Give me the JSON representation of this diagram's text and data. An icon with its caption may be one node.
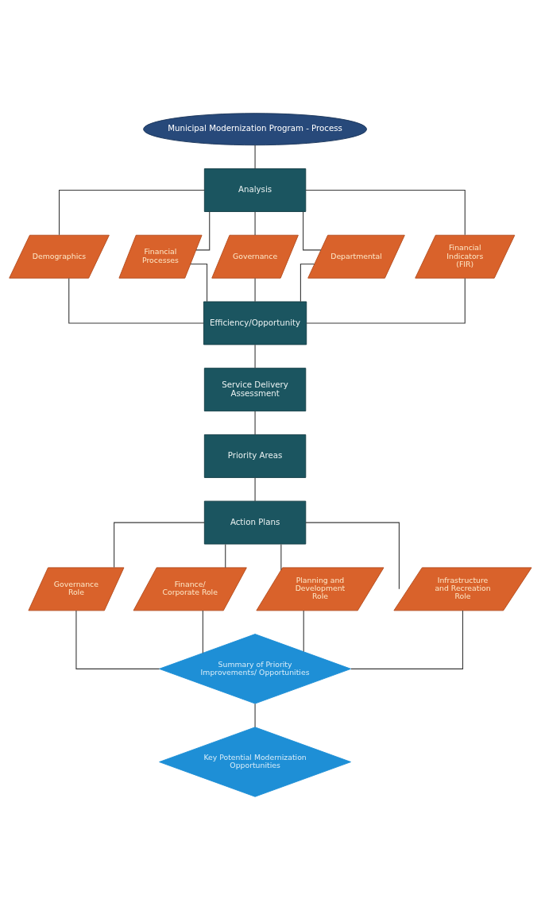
{
  "diagram": {
    "nodes": [
      {
        "text": [
          "Municipal Modernization Program - Process"
        ]
      },
      {
        "text": [
          "Analysis"
        ]
      },
      {
        "text": [
          "Demographics"
        ]
      },
      {
        "text": [
          "Financial Processes"
        ]
      },
      {
        "text": [
          "Governance"
        ]
      },
      {
        "text": [
          "Departmental"
        ]
      },
      {
        "text": [
          "Financial Indicators (FIR)"
        ]
      },
      {
        "text": [
          "Efficiency/Opportunity"
        ]
      },
      {
        "text": [
          "Service Delivery Assessment"
        ]
      },
      {
        "text": [
          "Priority Areas"
        ]
      },
      {
        "text": [
          "Action Plans"
        ]
      },
      {
        "text": [
          "Governance Role"
        ]
      },
      {
        "text": [
          "Finance/ Corporate Role"
        ]
      },
      {
        "text": [
          "Planning and Development Role"
        ]
      },
      {
        "text": [
          "Infrastructure and Recreation Role"
        ]
      },
      {
        "text": [
          "Summary of Priority Improvements/ Opportunities"
        ]
      },
      {
        "text": [
          "Key Potential Modernization Opportunities"
        ]
      }
    ],
    "edges": [
      {
        "from": 0,
        "to": 1,
        "arrow": "none"
      },
      {
        "from": 1,
        "to": 2,
        "arrow": "none"
      },
      {
        "from": 1,
        "to": 3,
        "arrow": "none"
      },
      {
        "from": 1,
        "to": 4,
        "arrow": "none"
      },
      {
        "from": 1,
        "to": 5,
        "arrow": "none"
      },
      {
        "from": 1,
        "to": 6,
        "arrow": "none"
      },
      {
        "from": 2,
        "to": 7,
        "arrow": "none"
      },
      {
        "from": 3,
        "to": 7,
        "arrow": "none"
      },
      {
        "from": 4,
        "to": 7,
        "arrow": "none"
      },
      {
        "from": 5,
        "to": 7,
        "arrow": "none"
      },
      {
        "from": 6,
        "to": 7,
        "arrow": "none"
      },
      {
        "from": 7,
        "to": 8,
        "arrow": "none"
      },
      {
        "from": 8,
        "to": 9,
        "arrow": "none"
      },
      {
        "from": 9,
        "to": 10,
        "arrow": "none"
      },
      {
        "from": 10,
        "to": 11,
        "arrow": "none"
      },
      {
        "from": 10,
        "to": 12,
        "arrow": "none"
      },
      {
        "from": 10,
        "to": 13,
        "arrow": "none"
      },
      {
        "from": 10,
        "to": 14,
        "arrow": "none"
      },
      {
        "from": 11,
        "to": 15,
        "arrow": "none"
      },
      {
        "from": 12,
        "to": 15,
        "arrow": "none"
      },
      {
        "from": 13,
        "to": 15,
        "arrow": "none"
      },
      {
        "from": 14,
        "to": 15,
        "arrow": "none"
      },
      {
        "from": 15,
        "to": 16,
        "arrow": "none"
      }
    ]
  }
}
